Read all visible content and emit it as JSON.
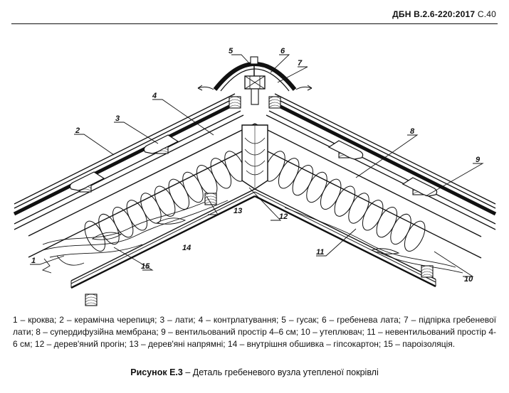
{
  "header": {
    "doc_code": "ДБН В.2.6-220:2017",
    "page": "С.40"
  },
  "figure": {
    "callouts": [
      {
        "num": "1",
        "term": "кроква"
      },
      {
        "num": "2",
        "term": "керамічна черепиця"
      },
      {
        "num": "3",
        "term": "лати"
      },
      {
        "num": "4",
        "term": "контрлатування"
      },
      {
        "num": "5",
        "term": "гусак"
      },
      {
        "num": "6",
        "term": "гребенева лата"
      },
      {
        "num": "7",
        "term": "підпірка гребеневої лати"
      },
      {
        "num": "8",
        "term": "супердифузійна мембрана"
      },
      {
        "num": "9",
        "term": "вентильований простір 4–6 см"
      },
      {
        "num": "10",
        "term": "утеплювач"
      },
      {
        "num": "11",
        "term": "невентильований простір 4-6 см"
      },
      {
        "num": "12",
        "term": "дерев'яний прогін"
      },
      {
        "num": "13",
        "term": "дерев'яні напрямні"
      },
      {
        "num": "14",
        "term": "внутрішня обшивка – гіпсокартон"
      },
      {
        "num": "15",
        "term": "пароізоляція"
      }
    ]
  },
  "legend_text": "1 – кроква; 2 – керамічна черепиця; 3 – лати; 4 – контрлатування; 5 – гусак; 6 – гребенева лата; 7 – підпірка гребеневої лати; 8 – супердифузійна мембрана; 9 – вентильований простір 4–6 см; 10 – утеплювач; 11 – невентильований простір 4-6 см; 12 – дерев'яний прогін; 13 – дерев'яні напрямні; 14 – внутрішня обшивка – гіпсокартон; 15 – пароізоляція.",
  "caption": {
    "label": "Рисунок Е.3",
    "text": " – Деталь гребеневого вузла утепленої покрівлі"
  }
}
